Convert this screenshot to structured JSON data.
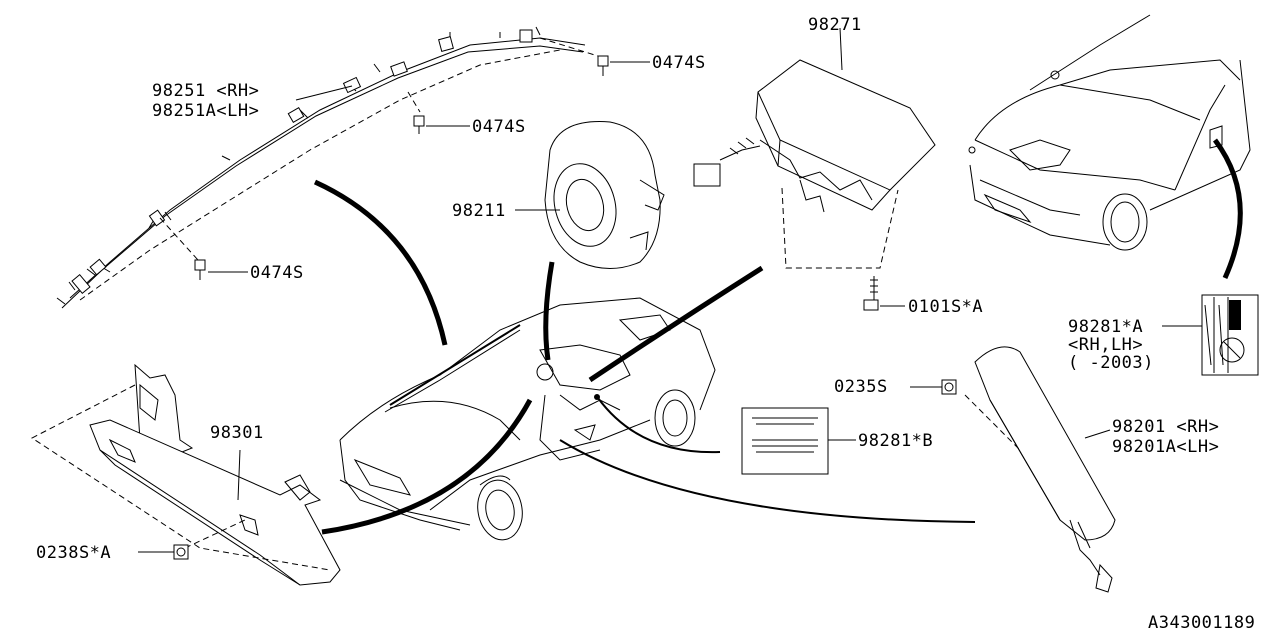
{
  "diagram_id": "A343001189",
  "parts": {
    "curtain_airbag": {
      "line1": "98251 <RH>",
      "line2": "98251A<LH>"
    },
    "bolt_top": "0474S",
    "bolt_mid": "0474S",
    "bolt_lower": "0474S",
    "steering_airbag": "98211",
    "passenger_airbag": "98271",
    "passenger_bolt": "0101S*A",
    "warning_label_a": {
      "line1": "98281*A",
      "line2": "<RH,LH>",
      "line3": "( -2003)"
    },
    "warning_label_b": "98281*B",
    "side_nut": "0235S",
    "side_airbag": {
      "line1": "98201 <RH>",
      "line2": "98201A<LH>"
    },
    "knee_airbag": "98301",
    "knee_nut": "0238S*A"
  }
}
